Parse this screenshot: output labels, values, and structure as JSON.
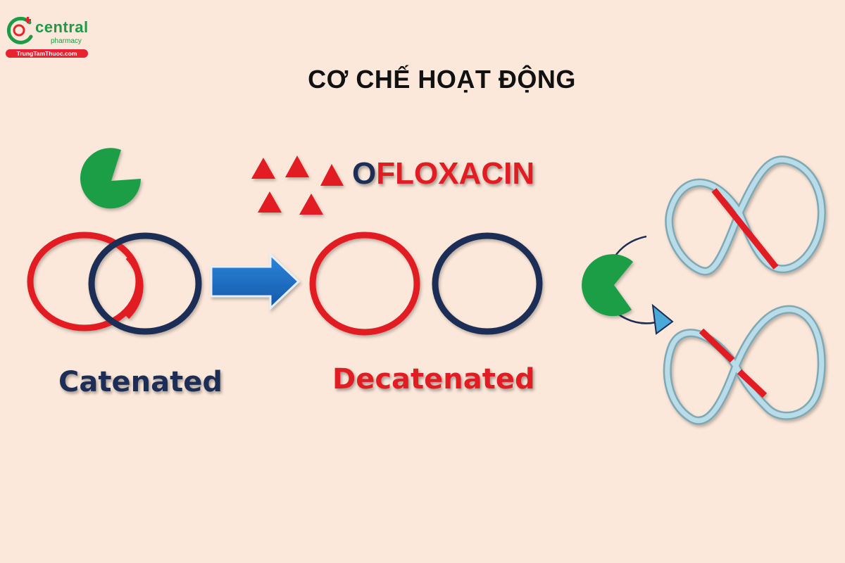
{
  "logo": {
    "name": "central",
    "subtitle": "pharmacy",
    "website": "TrungTamThuoc.com"
  },
  "title": "CƠ CHẾ HOẠT ĐỘNG",
  "drug": {
    "first_letter": "O",
    "rest": "FLOXACIN"
  },
  "labels": {
    "catenated": "Catenated",
    "decatenated": "Decatenated"
  },
  "colors": {
    "background": "#fbe8da",
    "red": "#e11b22",
    "navy": "#1b2d55",
    "green": "#1a9e46",
    "blue_arrow": "#1d6fc4",
    "light_blue": "#a9d3e0"
  }
}
